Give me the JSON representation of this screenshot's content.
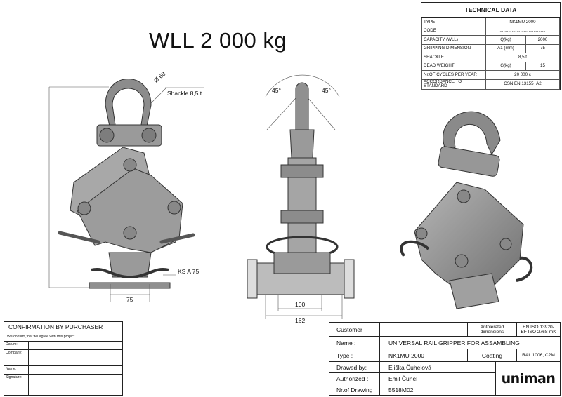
{
  "heading": "WLL 2 000 kg",
  "technical_data": {
    "title": "TECHNICAL DATA",
    "rows": [
      {
        "label": "TYPE",
        "unit": "",
        "value": "NK1MU 2000"
      },
      {
        "label": "CODE",
        "unit": "",
        "value": "......................................"
      },
      {
        "label": "CAPACITY (WLL)",
        "unit": "Q(kg)",
        "value": "2000"
      },
      {
        "label": "GRIPPING DIMENSION",
        "unit": "A1 (mm)",
        "value": "75"
      },
      {
        "label": "SHACKLE",
        "unit": "",
        "value": "8,5 t"
      },
      {
        "label": "DEAD WEIGHT",
        "unit": "G(kg)",
        "value": "15"
      },
      {
        "label": "Nr.OF CYCLES PER YEAR",
        "unit": "",
        "value": "20 000 c"
      },
      {
        "label": "ACCORDANCE TO STANDARD",
        "unit": "",
        "value": "ČSN EN 13155+A2"
      }
    ]
  },
  "drawing_labels": {
    "shackle_diameter": "Ø 68",
    "shackle": "Shackle 8,5 t",
    "ks": "KS A 75",
    "width_left": "75",
    "angle_left": "45°",
    "angle_right": "45°",
    "width_inner": "100",
    "width_outer": "162"
  },
  "confirmation": {
    "title": "CONFIRMATION BY PURCHASER",
    "note": "We confirm,that we agree with this project.",
    "fields": [
      "Datum:",
      "Company:",
      "Name:",
      "Signature:"
    ]
  },
  "title_block": {
    "customer_label": "Customer :",
    "customer_value": "",
    "tolerated": "Antolerated dimensions",
    "iso": "EN ISO 13920-BF ISO 2768-mK",
    "name_label": "Name :",
    "name_value": "UNIVERSAL RAIL GRIPPER FOR ASSAMBLING",
    "type_label": "Type :",
    "type_value": "NK1MU 2000",
    "coating_label": "Coating",
    "coating_value": "RAL 1006, C2M",
    "drawed_label": "Drawed by:",
    "drawed_value": "Eliška Čuhelová",
    "authorized_label": "Authorized :",
    "authorized_value": "Emil Čuhel",
    "drawing_label": "Nr.of Drawing",
    "drawing_value": "5518M02",
    "logo": "uniman"
  }
}
